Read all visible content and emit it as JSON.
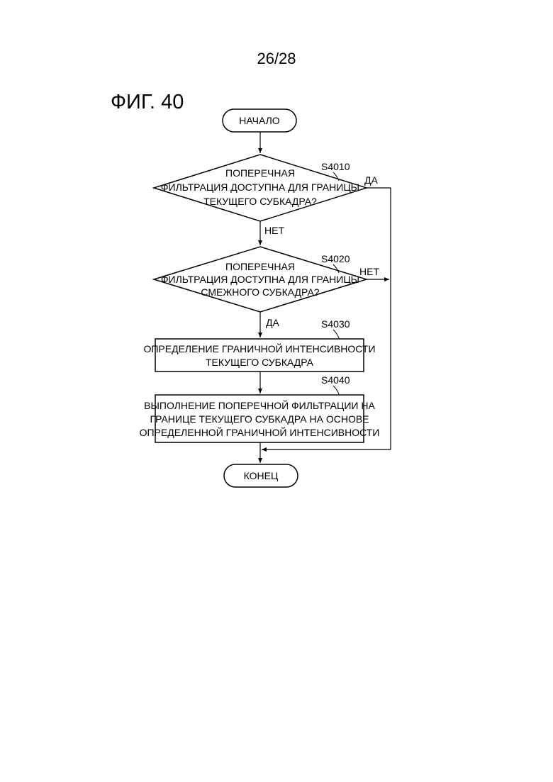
{
  "page": {
    "number": "26/28",
    "figure": "ФИГ. 40"
  },
  "flowchart": {
    "start": "НАЧАЛО",
    "end": "КОНЕЦ",
    "decision1": {
      "step": "S4010",
      "lines": [
        "ПОПЕРЕЧНАЯ",
        "ФИЛЬТРАЦИЯ ДОСТУПНА ДЛЯ ГРАНИЦЫ",
        "ТЕКУЩЕГО СУБКАДРА?"
      ],
      "yes": "ДА",
      "no": "НЕТ"
    },
    "decision2": {
      "step": "S4020",
      "lines": [
        "ПОПЕРЕЧНАЯ",
        "ФИЛЬТРАЦИЯ ДОСТУПНА ДЛЯ ГРАНИЦЫ",
        "СМЕЖНОГО  СУБКАДРА?"
      ],
      "yes": "ДА",
      "no": "НЕТ"
    },
    "process1": {
      "step": "S4030",
      "lines": [
        "ОПРЕДЕЛЕНИЕ ГРАНИЧНОЙ ИНТЕНСИВНОСТИ",
        "ТЕКУЩЕГО СУБКАДРА"
      ]
    },
    "process2": {
      "step": "S4040",
      "lines": [
        "ВЫПОЛНЕНИЕ ПОПЕРЕЧНОЙ ФИЛЬТРАЦИИ НА",
        "ГРАНИЦЕ ТЕКУЩЕГО СУБКАДРА НА ОСНОВЕ",
        "ОПРЕДЕЛЕННОЙ ГРАНИЧНОЙ ИНТЕНСИВНОСТИ"
      ]
    }
  }
}
